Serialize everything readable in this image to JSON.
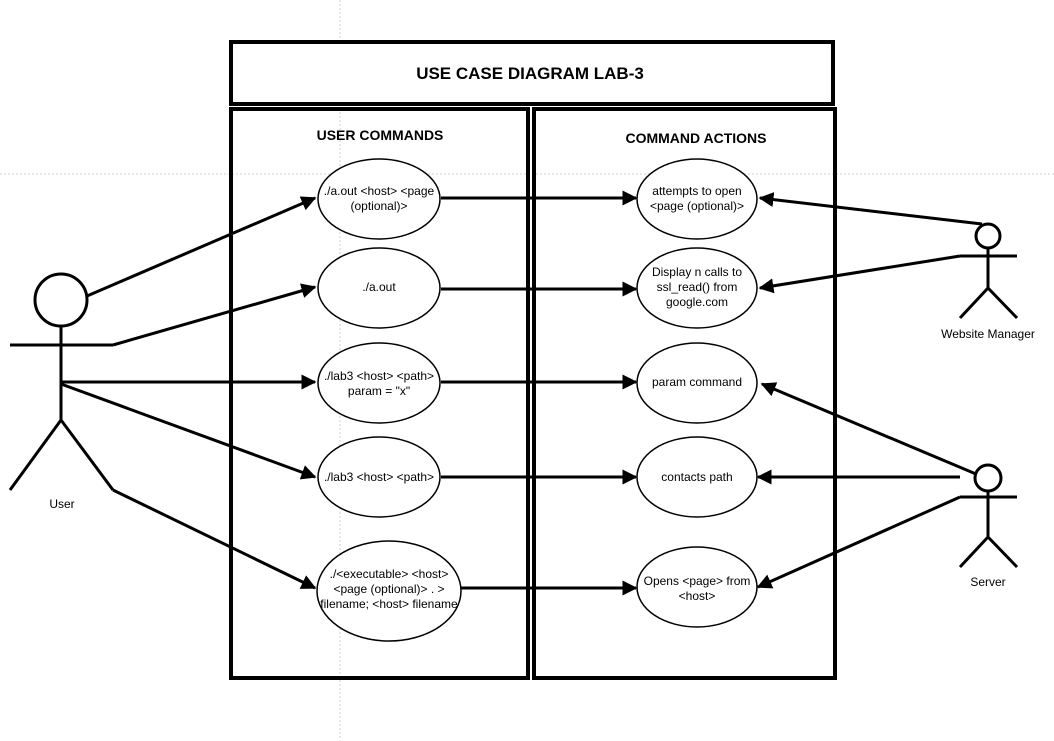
{
  "diagram": {
    "title": "USE CASE DIAGRAM LAB-3",
    "left_header": "USER COMMANDS",
    "right_header": "COMMAND ACTIONS"
  },
  "actors": {
    "user": "User",
    "website_manager": "Website Manager",
    "server": "Server"
  },
  "commands": [
    {
      "lines": [
        "./a.out <host> <page",
        "(optional)>"
      ]
    },
    {
      "lines": [
        "./a.out"
      ]
    },
    {
      "lines": [
        "./lab3 <host> <path>",
        "param = \"x\""
      ]
    },
    {
      "lines": [
        "./lab3 <host> <path>"
      ]
    },
    {
      "lines": [
        "./<executable>  <host>",
        "<page (optional)> . >",
        "filename; <host> filename"
      ]
    }
  ],
  "actions": [
    {
      "lines": [
        "attempts to open",
        "<page (optional)>"
      ]
    },
    {
      "lines": [
        "Display n calls to",
        "ssl_read() from",
        "google.com"
      ]
    },
    {
      "lines": [
        "param command"
      ]
    },
    {
      "lines": [
        "contacts path"
      ]
    },
    {
      "lines": [
        "Opens <page> from",
        "<host>"
      ]
    }
  ],
  "colors": {
    "line": "#000000",
    "background": "#ffffff",
    "guide": "#cccccc"
  }
}
